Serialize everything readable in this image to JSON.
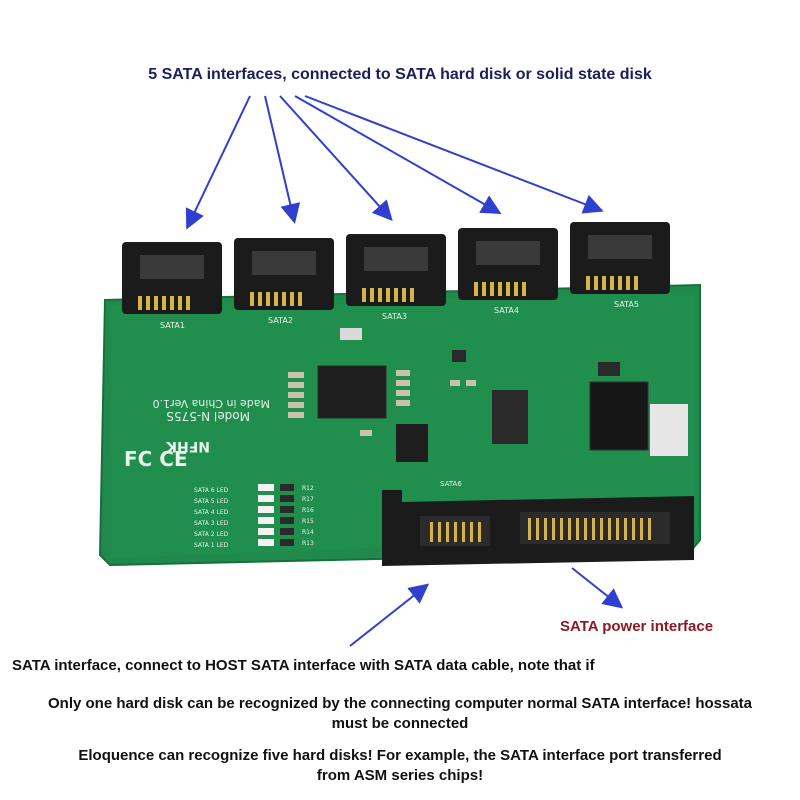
{
  "captions": {
    "top": "5 SATA interfaces, connected to SATA hard disk or solid state disk",
    "power": "SATA power interface",
    "host": "SATA interface, connect to HOST SATA interface with SATA data cable, note that if",
    "line2a": "Only one hard disk can be recognized by the connecting computer normal SATA interface! hossata",
    "line2b": "must be connected",
    "line3a": "Eloquence can recognize five hard disks! For example, the SATA interface port transferred",
    "line3b": "from ASM series chips!"
  },
  "board": {
    "ports": [
      "SATA1",
      "SATA2",
      "SATA3",
      "SATA4",
      "SATA5"
    ],
    "bottom_port": "SATA6",
    "made_in": "Made in China Ver1.0",
    "model": "Model N-575S",
    "brand": "NFHK",
    "marks": "FC CE",
    "led_labels": [
      "SATA 6 LED",
      "SATA 5 LED",
      "SATA 4 LED",
      "SATA 3 LED",
      "SATA 2 LED",
      "SATA 1 LED"
    ],
    "resistor_labels": [
      "R12",
      "R17",
      "R16",
      "R15",
      "R14",
      "R13"
    ]
  },
  "colors": {
    "pcb": "#1f8a4c",
    "pcb_dark": "#16703c",
    "arrow": "#2f3fd0",
    "connector": "#1b1b1b",
    "pin": "#d6b24a"
  }
}
